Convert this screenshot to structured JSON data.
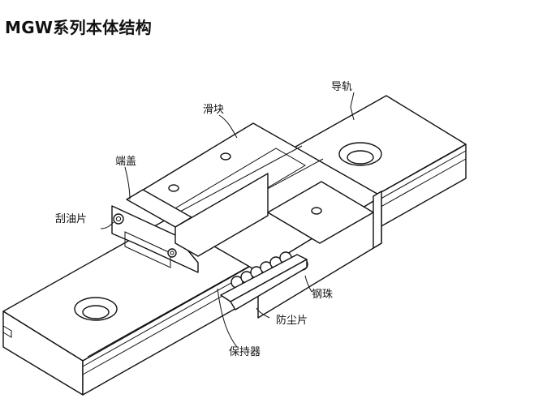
{
  "title": "MGW系列本体结构",
  "labels": {
    "rail": "导轨",
    "block": "滑块",
    "end_cap": "端盖",
    "wiper": "刮油片",
    "steel_ball": "钢珠",
    "dust_seal": "防尘片",
    "retainer": "保持器"
  }
}
